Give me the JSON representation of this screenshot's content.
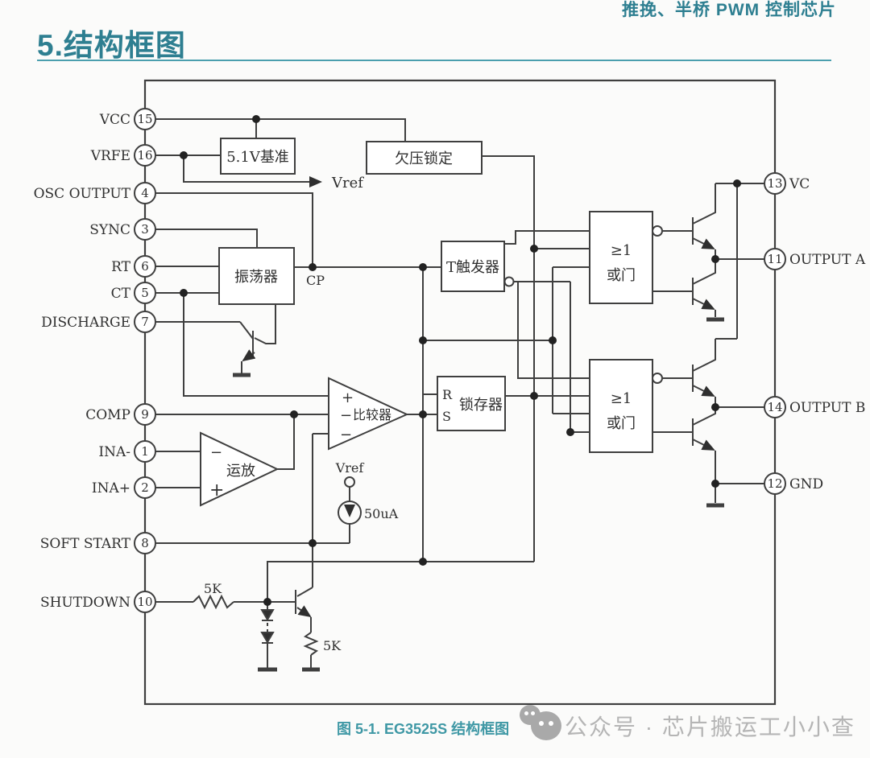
{
  "page": {
    "tagline": "推挽、半桥 PWM 控制芯片",
    "title": "5.结构框图",
    "caption": "图 5-1. EG3525S 结构框图",
    "watermark": "公众号 · 芯片搬运工小小查"
  },
  "pins": {
    "left": [
      {
        "label": "VCC",
        "num": "15"
      },
      {
        "label": "VRFE",
        "num": "16"
      },
      {
        "label": "OSC OUTPUT",
        "num": "4"
      },
      {
        "label": "SYNC",
        "num": "3"
      },
      {
        "label": "RT",
        "num": "6"
      },
      {
        "label": "CT",
        "num": "5"
      },
      {
        "label": "DISCHARGE",
        "num": "7"
      },
      {
        "label": "COMP",
        "num": "9"
      },
      {
        "label": "INA-",
        "num": "1"
      },
      {
        "label": "INA+",
        "num": "2"
      },
      {
        "label": "SOFT START",
        "num": "8"
      },
      {
        "label": "SHUTDOWN",
        "num": "10"
      }
    ],
    "right": [
      {
        "label": "VC",
        "num": "13"
      },
      {
        "label": "OUTPUT A",
        "num": "11"
      },
      {
        "label": "OUTPUT B",
        "num": "14"
      },
      {
        "label": "GND",
        "num": "12"
      }
    ]
  },
  "blocks": {
    "reference": "5.1V基准",
    "uvlo": "欠压锁定",
    "oscillator": "振荡器",
    "t_flipflop": "T触发器",
    "latch": "锁存器",
    "latch_r": "R",
    "latch_s": "S",
    "comparator": "比较器",
    "opamp": "运放",
    "or_symbol": "≥1",
    "or_label": "或门"
  },
  "labels": {
    "vref_arrow": "Vref",
    "cp": "CP",
    "vref_source": "Vref",
    "current_source": "50uA",
    "shutdown_resistor": "5K",
    "emitter_resistor": "5K",
    "plus": "+",
    "minus": "−"
  },
  "colors": {
    "accent": "#2e7f91",
    "caption_color": "#3f98a5",
    "line": "#3f3f3f",
    "watermark_color": "#b5b5b5"
  }
}
